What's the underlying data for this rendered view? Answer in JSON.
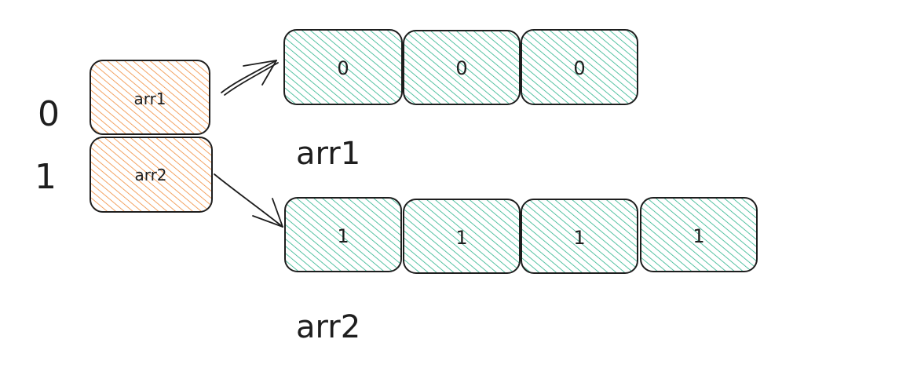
{
  "index_labels": [
    "0",
    "1"
  ],
  "pointer_cells": [
    {
      "label": "arr1"
    },
    {
      "label": "arr2"
    }
  ],
  "arrays": [
    {
      "name": "arr1",
      "values": [
        "0",
        "0",
        "0"
      ]
    },
    {
      "name": "arr2",
      "values": [
        "1",
        "1",
        "1",
        "1"
      ]
    }
  ],
  "colors": {
    "pointer_fill": "#f08c3c",
    "cell_fill": "#2db38c",
    "stroke": "#1e1e1e"
  }
}
